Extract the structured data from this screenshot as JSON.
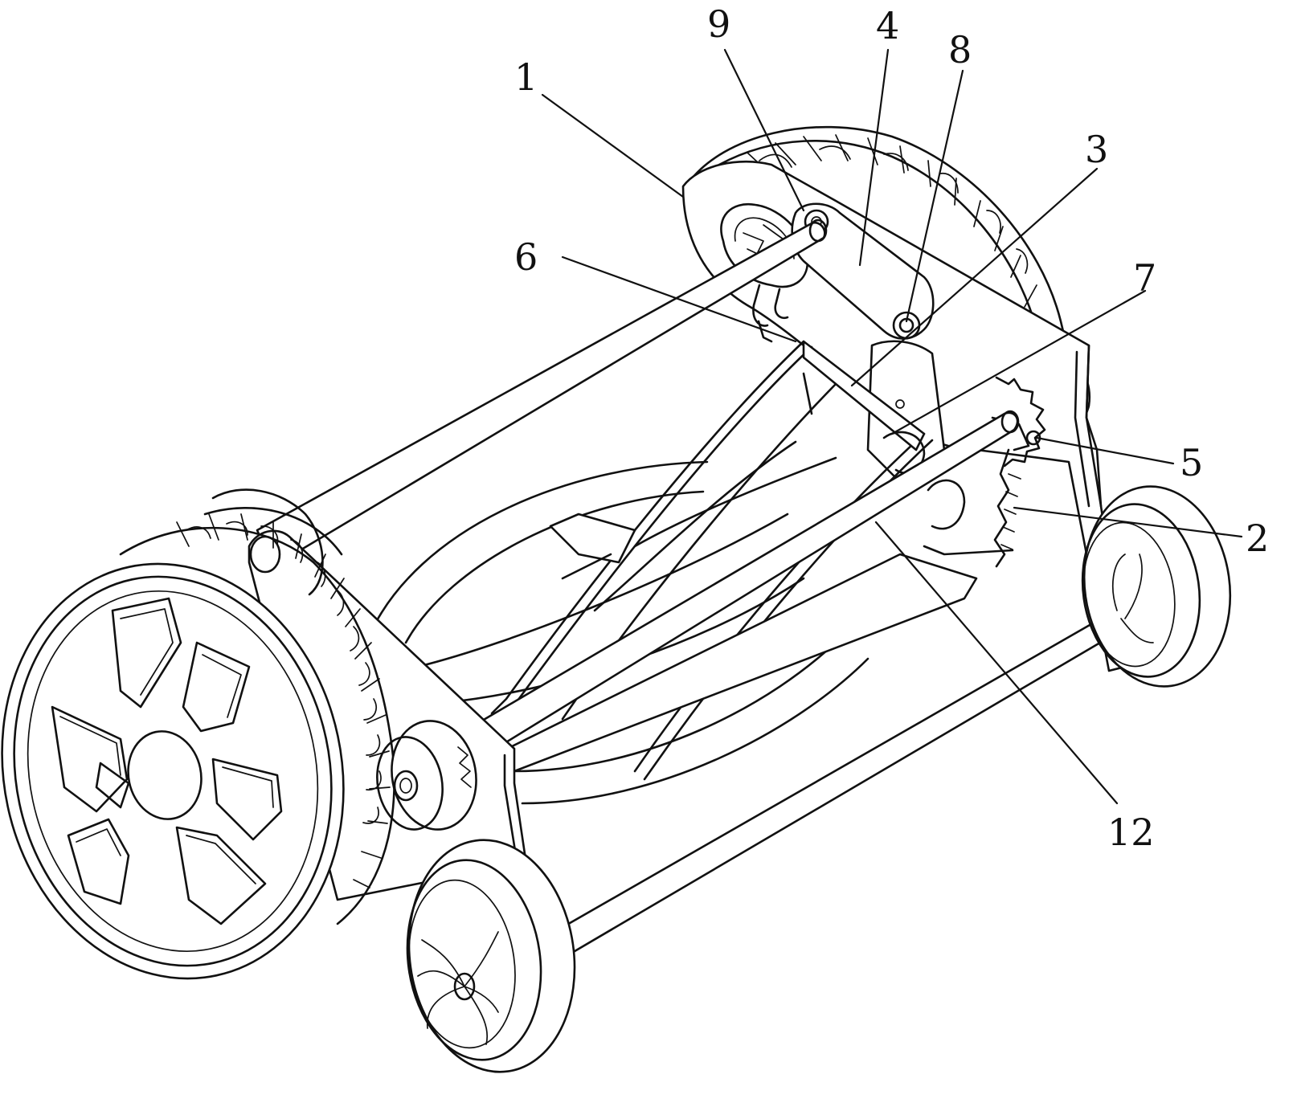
{
  "reference_numerals": {
    "n1": "1",
    "n2": "2",
    "n3": "3",
    "n4": "4",
    "n5": "5",
    "n6": "6",
    "n7": "7",
    "n8": "8",
    "n9": "9",
    "n12": "12"
  },
  "colors": {
    "line": "#111111",
    "background": "#ffffff"
  }
}
